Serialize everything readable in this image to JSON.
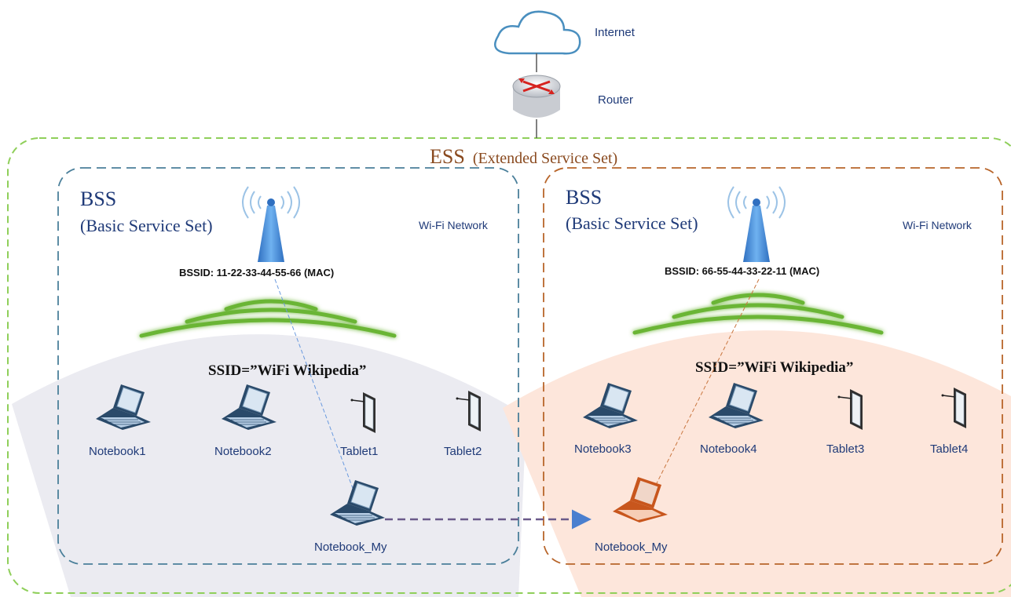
{
  "top": {
    "internet_label": "Internet",
    "router_label": "Router"
  },
  "ess": {
    "title_main": "ESS",
    "title_sub": "(Extended Service Set)"
  },
  "bss_left": {
    "title": "BSS",
    "subtitle": "(Basic Service Set)",
    "network_label": "Wi-Fi Network",
    "bssid": "BSSID: 11-22-33-44-55-66 (MAC)",
    "ssid": "SSID=”WiFi Wikipedia”",
    "devices": [
      "Notebook1",
      "Notebook2",
      "Tablet1",
      "Tablet2"
    ],
    "roaming_device": "Notebook_My"
  },
  "bss_right": {
    "title": "BSS",
    "subtitle": "(Basic Service Set)",
    "network_label": "Wi-Fi Network",
    "bssid": "BSSID: 66-55-44-33-22-11 (MAC)",
    "ssid": "SSID=”WiFi Wikipedia”",
    "devices": [
      "Notebook3",
      "Notebook4",
      "Tablet3",
      "Tablet4"
    ],
    "roaming_device": "Notebook_My"
  },
  "colors": {
    "ess_border": "#8fcf5a",
    "bss_left_border": "#4a7f9a",
    "bss_right_border": "#b8652a",
    "ess_title": "#8a4a1f",
    "bss_title": "#1f3a78",
    "wave_green": "#6ab534",
    "antenna_blue": "#4a90d9",
    "coverage_left": "#ececf2",
    "coverage_right": "#fde7dd",
    "roam_arrow": "#6b5a8a"
  }
}
